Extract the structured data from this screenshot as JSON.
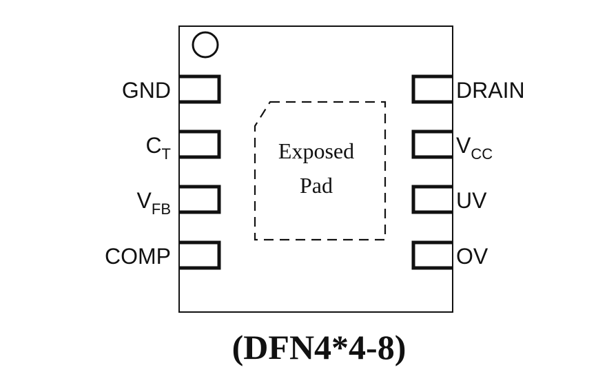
{
  "package": {
    "title": "(DFN4*4-8)",
    "pin1_marker": "pin-1-indicator-circle",
    "exposed_pad": {
      "line1": "Exposed",
      "line2": "Pad"
    }
  },
  "pins_left": [
    {
      "main": "GND",
      "sub": ""
    },
    {
      "main": "C",
      "sub": "T"
    },
    {
      "main": "V",
      "sub": "FB"
    },
    {
      "main": "COMP",
      "sub": ""
    }
  ],
  "pins_right": [
    {
      "main": "DRAIN",
      "sub": ""
    },
    {
      "main": "V",
      "sub": "CC"
    },
    {
      "main": "UV",
      "sub": ""
    },
    {
      "main": "OV",
      "sub": ""
    }
  ],
  "colors": {
    "line": "#111111",
    "background": "#ffffff"
  }
}
